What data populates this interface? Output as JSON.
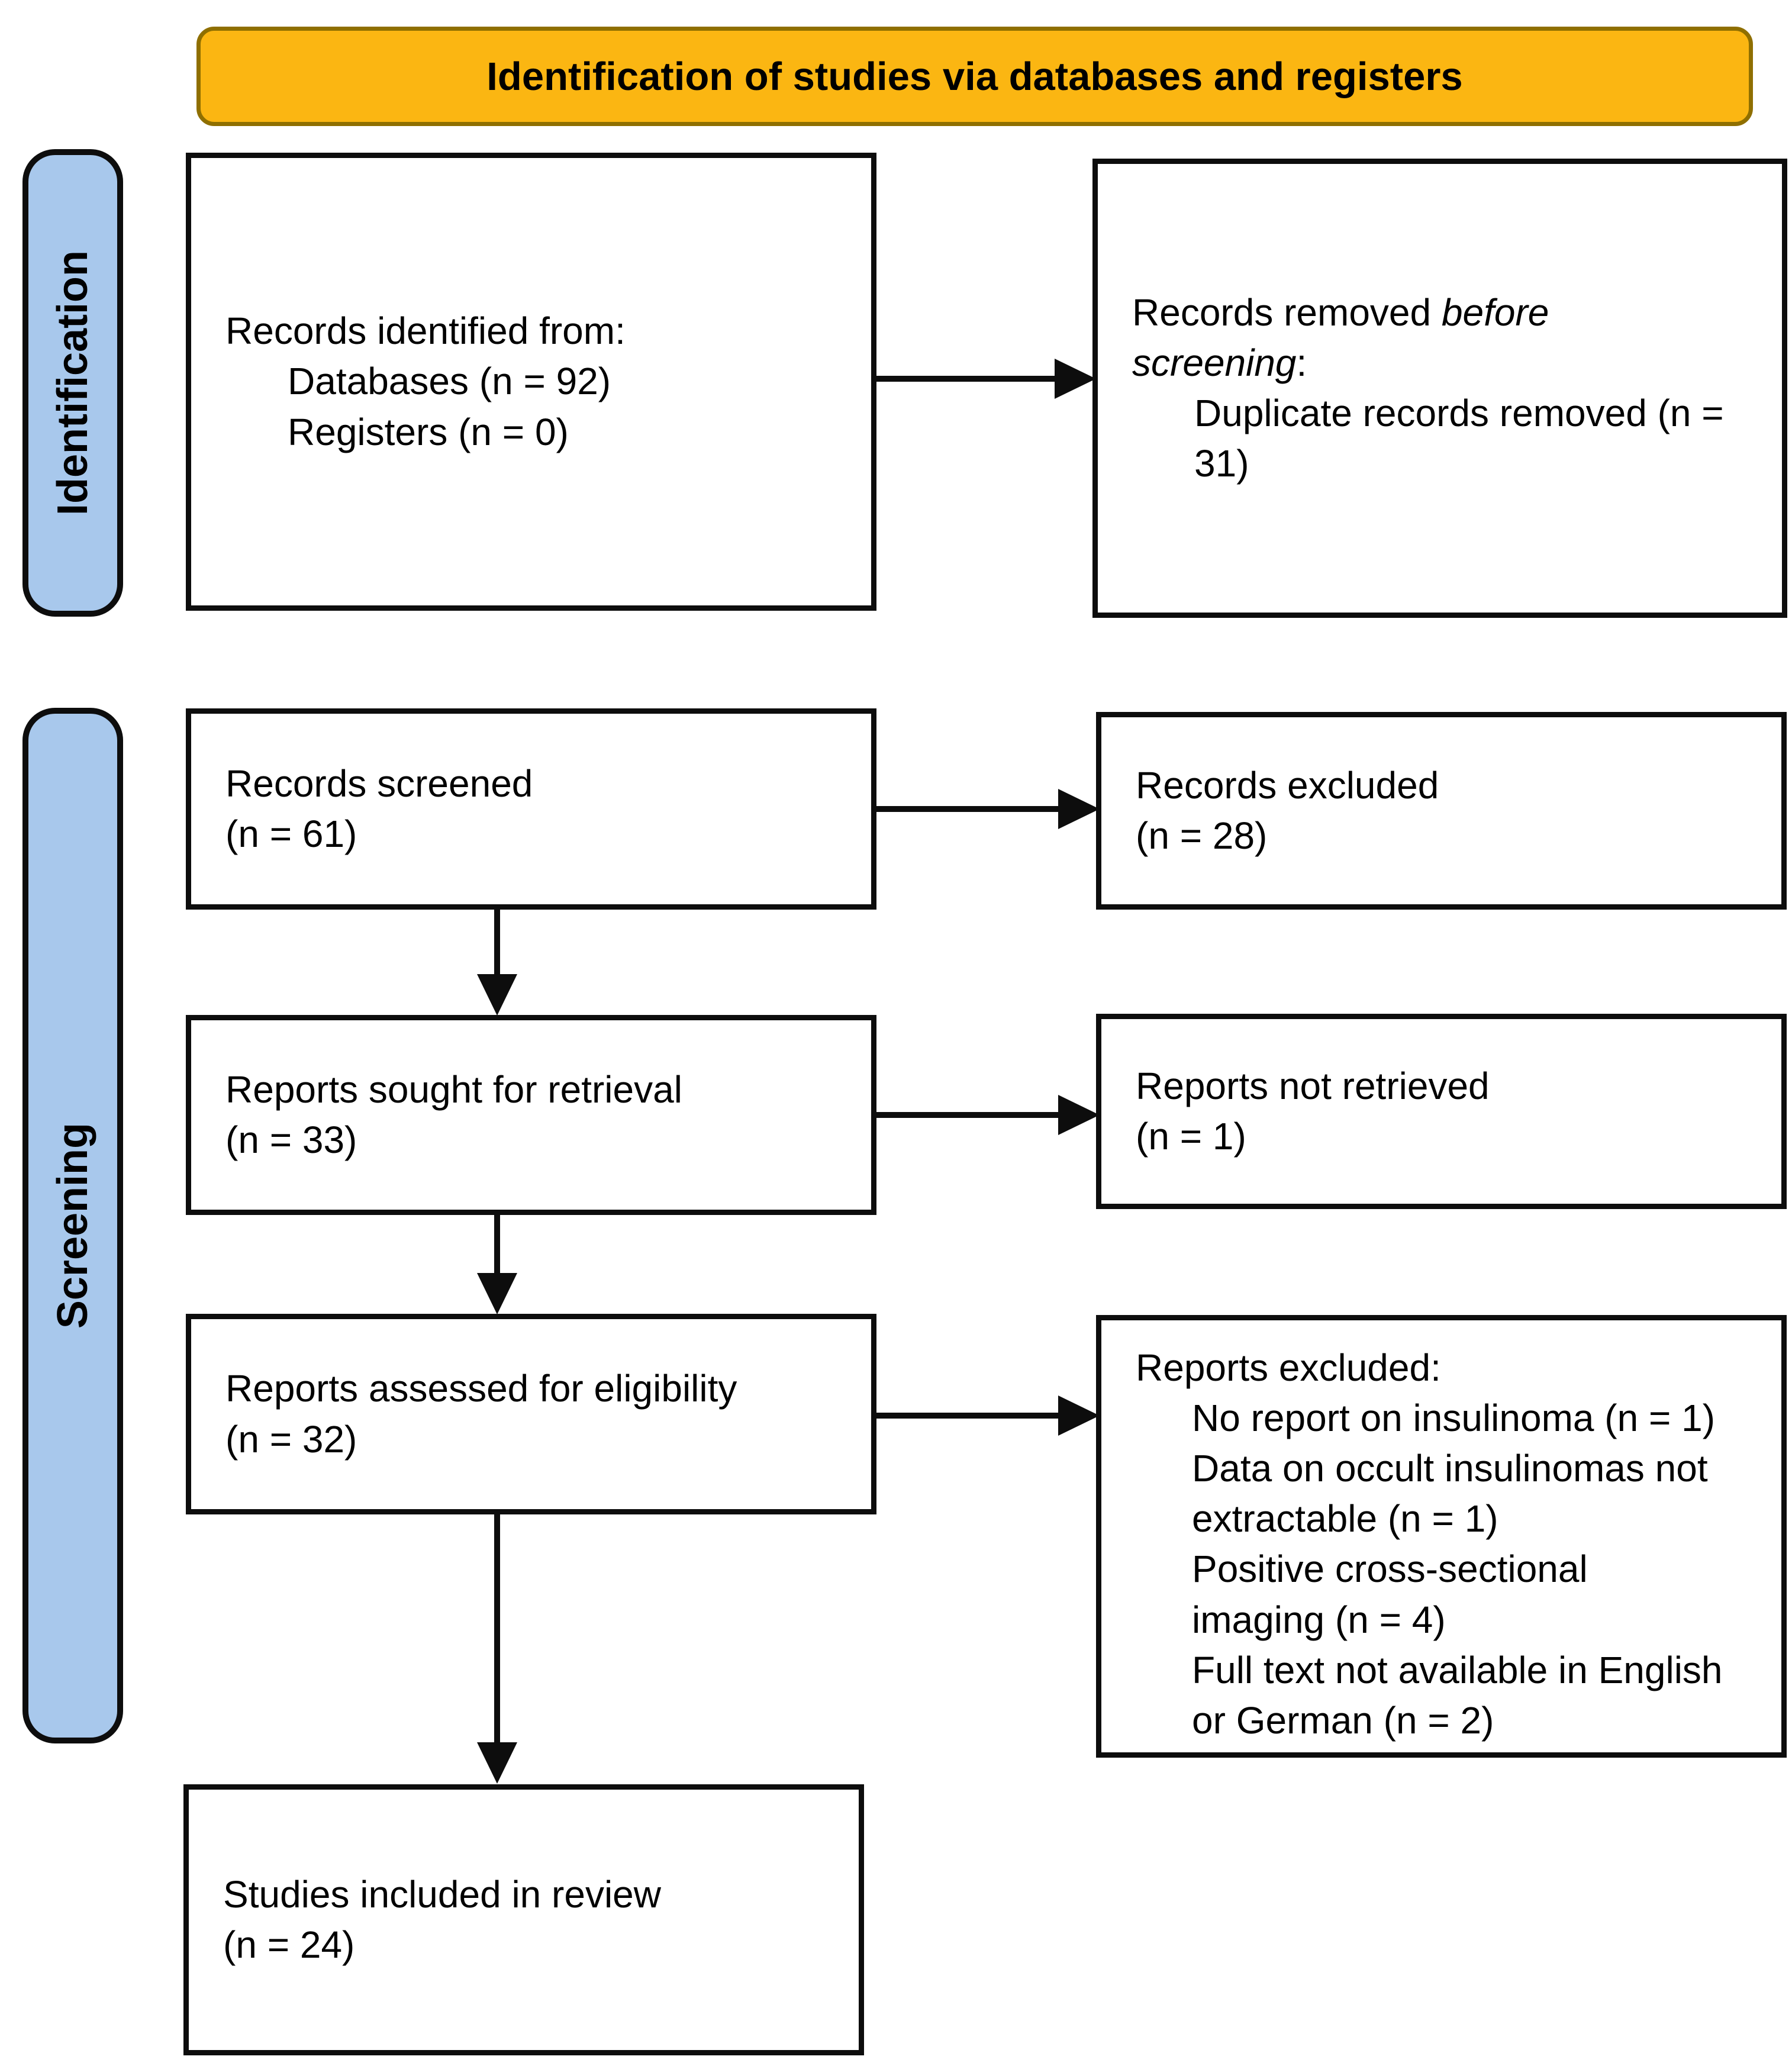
{
  "header": {
    "title": "Identification of studies via databases and registers",
    "bg": "#FBB612",
    "border_color": "#8F6F00"
  },
  "sidebar": {
    "bg": "#A8C8EC",
    "identification_label": "Identification",
    "screening_label": "Screening"
  },
  "boxes": {
    "records_identified": {
      "line1": "Records identified from:",
      "line2": "Databases (n = 92)",
      "line3": "Registers (n = 0)"
    },
    "records_removed": {
      "line1_prefix": "Records removed ",
      "line1_italic": "before",
      "line2_italic": "screening",
      "line2_suffix": ":",
      "item": "Duplicate records removed (n = 31)"
    },
    "records_screened": {
      "line1": "Records screened",
      "line2": "(n = 61)"
    },
    "records_excluded": {
      "line1": "Records excluded",
      "line2": "(n = 28)"
    },
    "reports_sought": {
      "line1": "Reports sought for retrieval",
      "line2": "(n = 33)"
    },
    "reports_not_retrieved": {
      "line1": "Reports not retrieved",
      "line2": "(n = 1)"
    },
    "reports_assessed": {
      "line1": "Reports assessed for eligibility",
      "line2": "(n = 32)"
    },
    "reports_excluded": {
      "title": "Reports excluded:",
      "reasons": [
        "No report on insulinoma (n = 1)",
        "Data on occult insulinomas not extractable (n = 1)",
        "Positive cross-sectional imaging (n = 4)",
        "Full text not available in English or German (n = 2)"
      ]
    },
    "studies_included": {
      "line1": "Studies included in review",
      "line2": "(n = 24)"
    }
  }
}
